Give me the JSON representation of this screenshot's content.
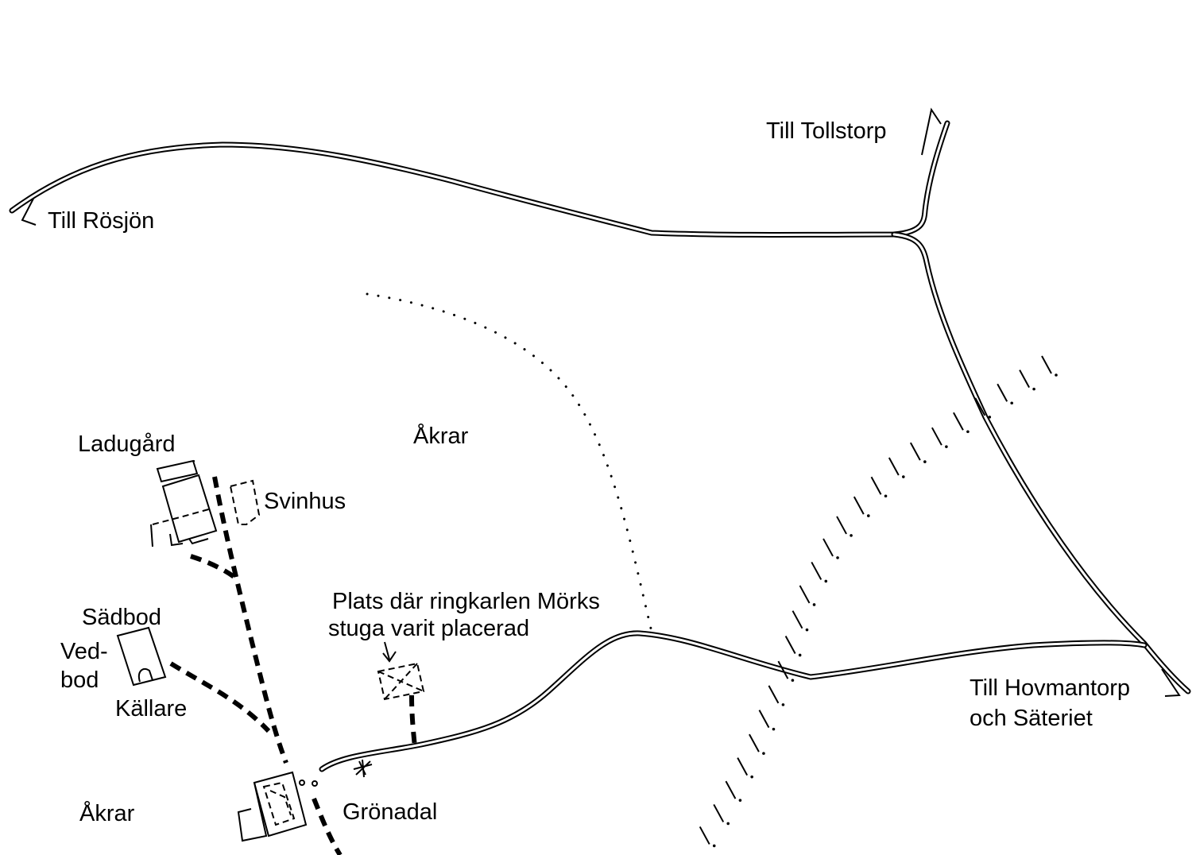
{
  "labels": {
    "till_rosjon": "Till Rösjön",
    "till_tollstorp": "Till Tollstorp",
    "akrar_north": "Åkrar",
    "ladugard": "Ladugård",
    "svinhus": "Svinhus",
    "plats_line1": "Plats där ringkarlen Mörks",
    "plats_line2": "stuga varit placerad",
    "sadbod": "Sädbod",
    "ved": "Ved-",
    "bod": "bod",
    "kallare": "Källare",
    "akrar_south": "Åkrar",
    "gronadal": "Grönadal",
    "till_hovmantorp": "Till Hovmantorp",
    "och_sateriet": "och Säteriet"
  },
  "colors": {
    "ink": "#000000",
    "paper": "#ffffff"
  }
}
